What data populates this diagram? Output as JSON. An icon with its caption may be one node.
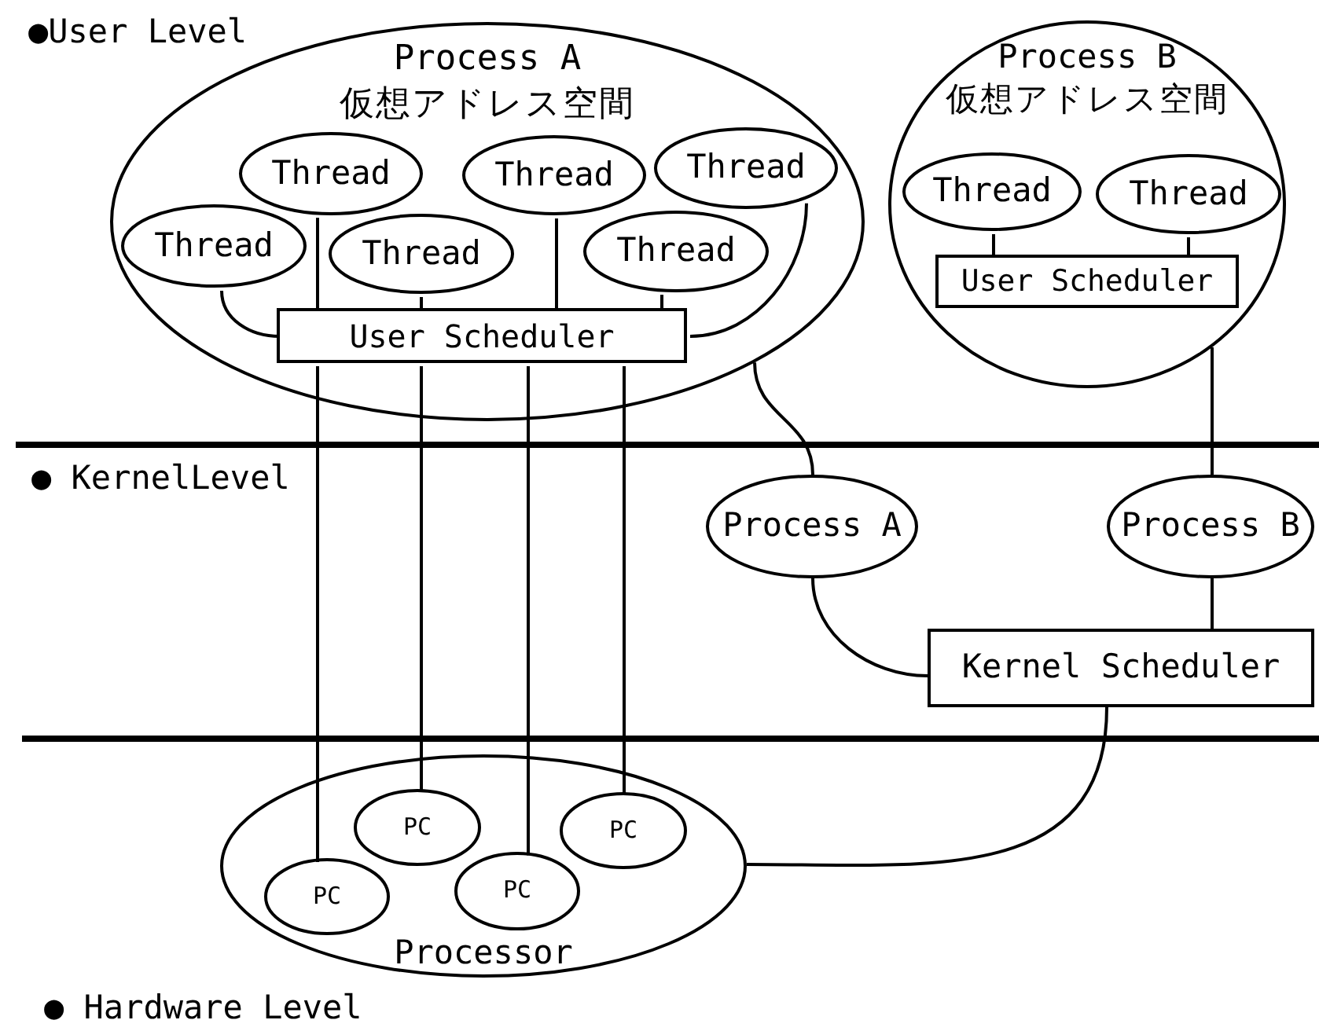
{
  "diagram": {
    "nodes": [
      {
        "text": [
          "Process A",
          "仮想アドレス空間"
        ]
      },
      {
        "text": [
          "Thread"
        ],
        "in": 0
      },
      {
        "text": [
          "Thread"
        ],
        "in": 0
      },
      {
        "text": [
          "Thread"
        ],
        "in": 0
      },
      {
        "text": [
          "Thread"
        ],
        "in": 0
      },
      {
        "text": [
          "Thread"
        ],
        "in": 0
      },
      {
        "text": [
          "Thread"
        ],
        "in": 0
      },
      {
        "text": [
          "User Scheduler"
        ],
        "in": 0
      },
      {
        "text": [
          "Process B",
          "仮想アドレス空間"
        ]
      },
      {
        "text": [
          "Thread"
        ],
        "in": 8
      },
      {
        "text": [
          "Thread"
        ],
        "in": 8
      },
      {
        "text": [
          "User Scheduler"
        ],
        "in": 8
      },
      {
        "text": [
          "Process A"
        ]
      },
      {
        "text": [
          "Process B"
        ]
      },
      {
        "text": [
          "Kernel Scheduler"
        ]
      },
      {
        "text": [
          "Processor"
        ]
      },
      {
        "text": [
          "PC"
        ],
        "in": 15
      },
      {
        "text": [
          "PC"
        ],
        "in": 15
      },
      {
        "text": [
          "PC"
        ],
        "in": 15
      },
      {
        "text": [
          "PC"
        ],
        "in": 15
      }
    ],
    "edges": [
      {
        "from": 1,
        "to": 7,
        "arrow": "none"
      },
      {
        "from": 2,
        "to": 7,
        "arrow": "none"
      },
      {
        "from": 3,
        "to": 7,
        "arrow": "none"
      },
      {
        "from": 4,
        "to": 7,
        "arrow": "none"
      },
      {
        "from": 6,
        "to": 7,
        "arrow": "none"
      },
      {
        "from": 5,
        "to": 7,
        "arrow": "none"
      },
      {
        "from": 7,
        "to": 17,
        "arrow": "none"
      },
      {
        "from": 7,
        "to": 16,
        "arrow": "none"
      },
      {
        "from": 7,
        "to": 18,
        "arrow": "none"
      },
      {
        "from": 7,
        "to": 19,
        "arrow": "none"
      },
      {
        "from": 0,
        "to": 12,
        "arrow": "none"
      },
      {
        "from": 9,
        "to": 11,
        "arrow": "none"
      },
      {
        "from": 10,
        "to": 11,
        "arrow": "none"
      },
      {
        "from": 8,
        "to": 13,
        "arrow": "none"
      },
      {
        "from": 12,
        "to": 14,
        "arrow": "none"
      },
      {
        "from": 13,
        "to": 14,
        "arrow": "none"
      },
      {
        "from": 14,
        "to": 15,
        "arrow": "none"
      }
    ],
    "labels": [
      "●User Level",
      "● KernelLevel",
      "● Hardware Level"
    ]
  }
}
